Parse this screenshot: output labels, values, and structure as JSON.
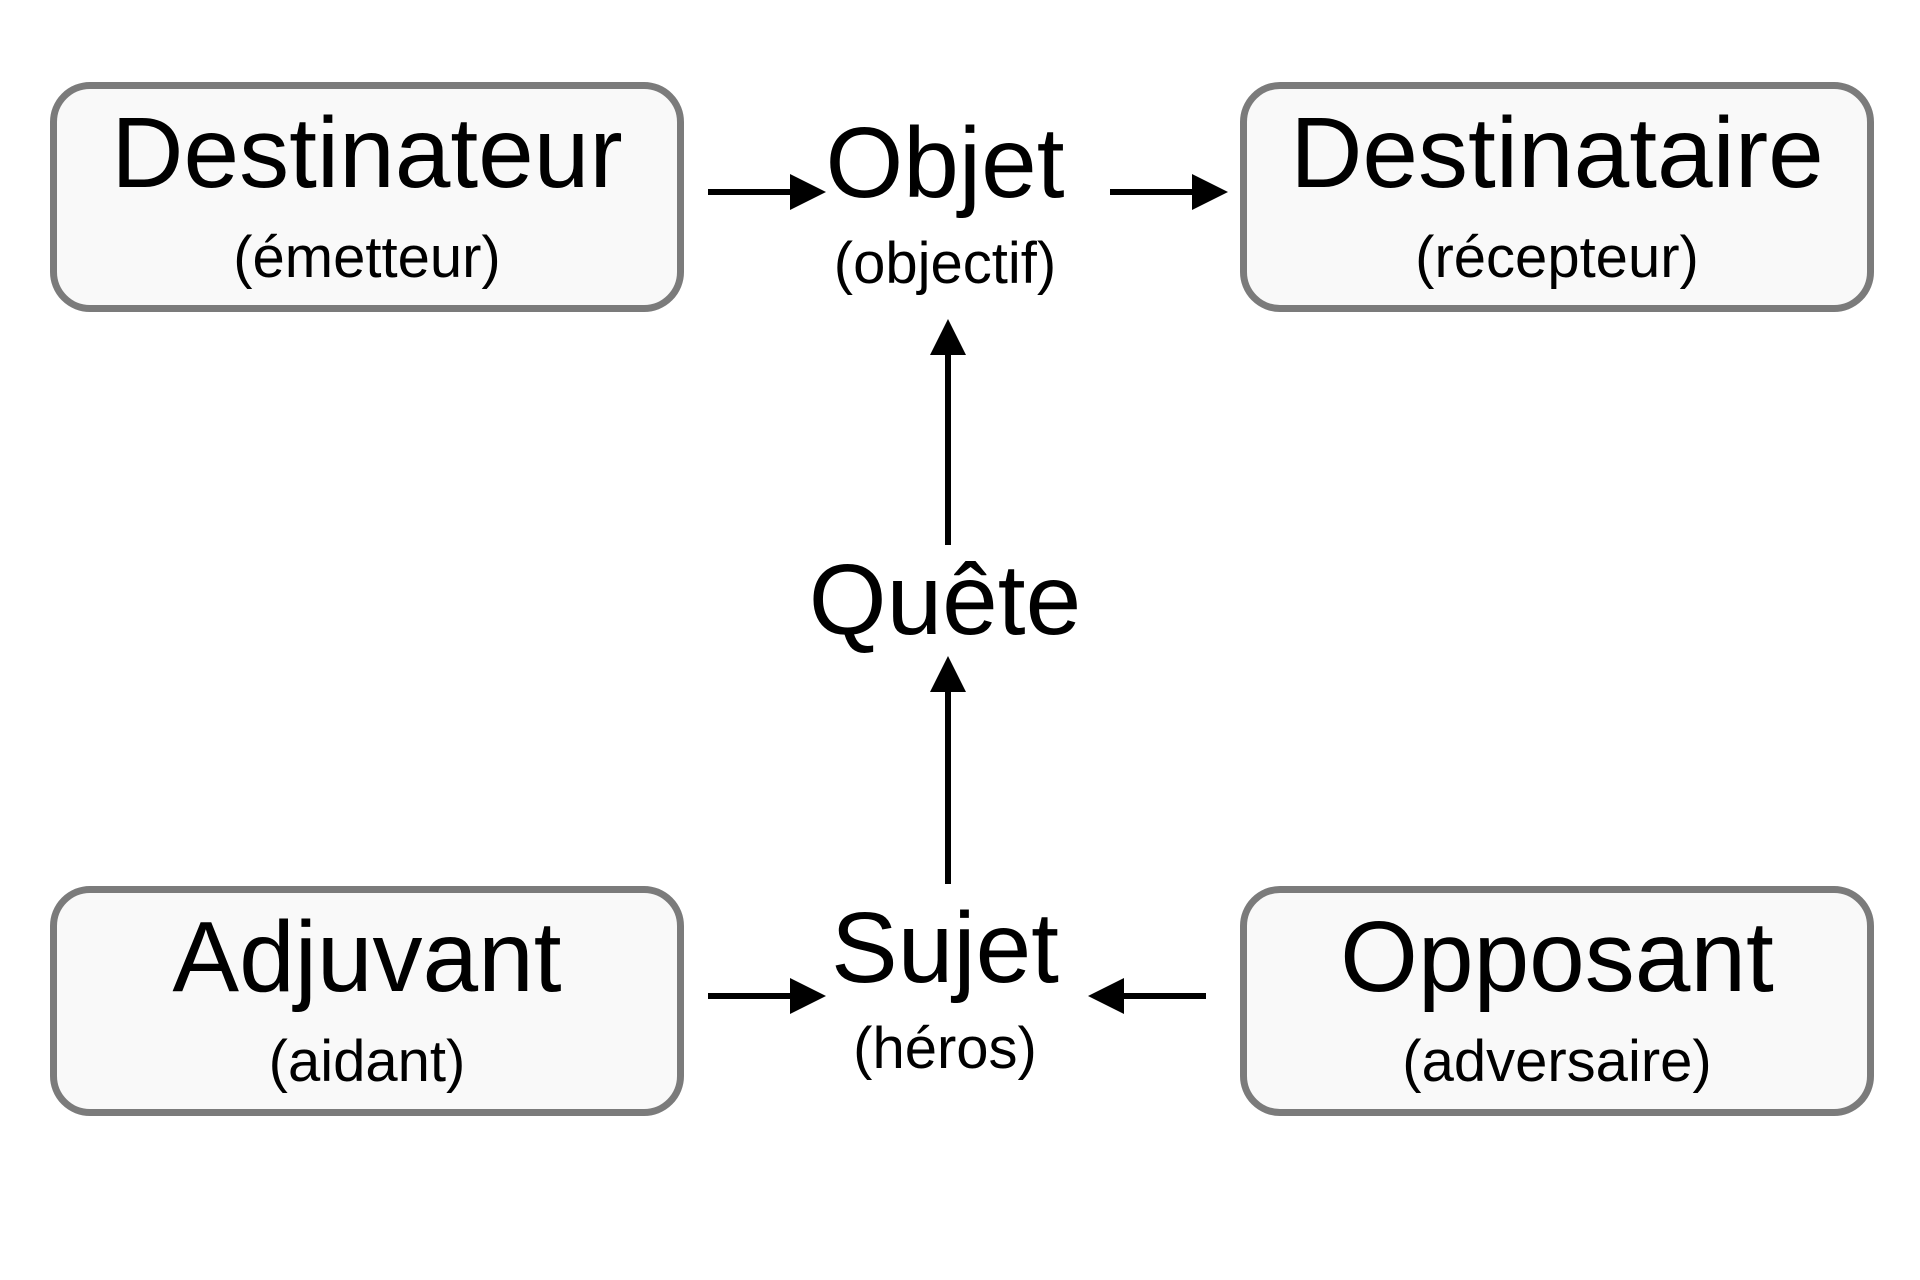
{
  "diagram": {
    "destinateur": {
      "title": "Destinateur",
      "subtitle": "(émetteur)"
    },
    "objet": {
      "title": "Objet",
      "subtitle": "(objectif)"
    },
    "destinataire": {
      "title": "Destinataire",
      "subtitle": "(récepteur)"
    },
    "quete": {
      "title": "Quête"
    },
    "adjuvant": {
      "title": "Adjuvant",
      "subtitle": "(aidant)"
    },
    "sujet": {
      "title": "Sujet",
      "subtitle": "(héros)"
    },
    "opposant": {
      "title": "Opposant",
      "subtitle": "(adversaire)"
    }
  },
  "colors": {
    "box_border": "#7b7b7b",
    "box_fill": "#f9f9f9",
    "text": "#000000",
    "arrow": "#000000"
  }
}
